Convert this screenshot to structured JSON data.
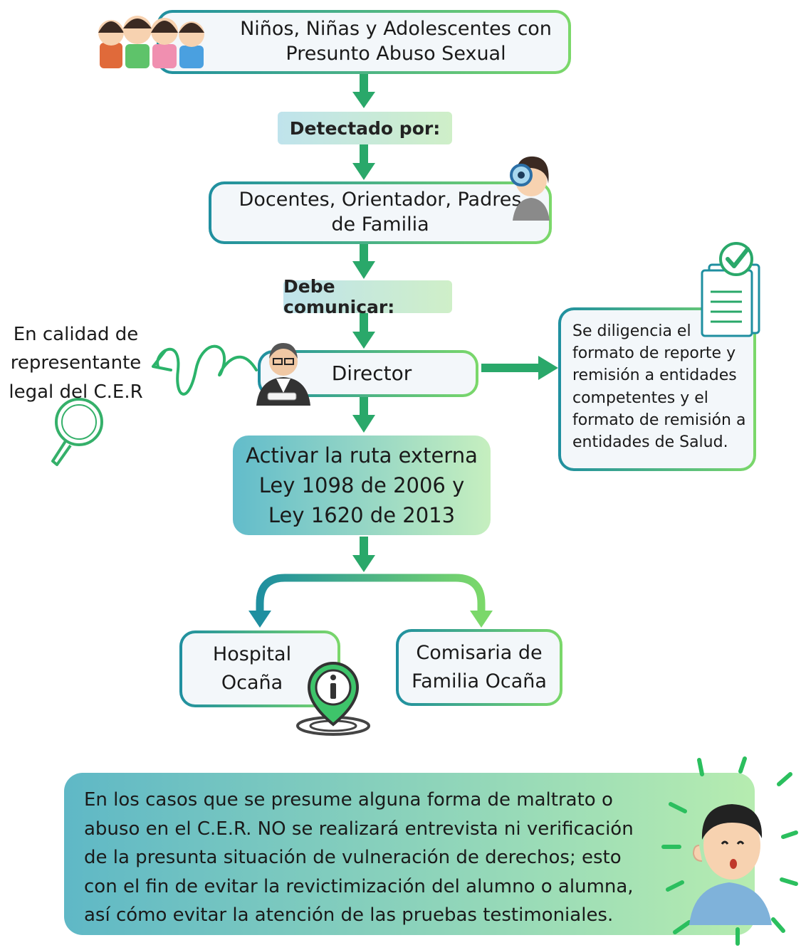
{
  "nodes": {
    "children": {
      "line1": "Niños, Niñas y Adolescentes con",
      "line2": "Presunto Abuso Sexual"
    },
    "detected_by": "Detectado por:",
    "detectors": {
      "line1": "Docentes, Orientador, Padres",
      "line2": "de Familia"
    },
    "must_communicate": "Debe comunicar:",
    "director": "Director",
    "legal_rep": {
      "line1": "En  calidad de",
      "line2": "representante",
      "line3": "legal del C.E.R"
    },
    "report_form": {
      "line1": "Se diligencia el",
      "line2": "formato de reporte y",
      "line3": "remisión a entidades",
      "line4": "competentes y el",
      "line5": "formato de remisión a",
      "line6": "entidades de Salud."
    },
    "route": {
      "line1": "Activar la ruta externa",
      "line2": "Ley 1098 de 2006 y",
      "line3": "Ley 1620 de 2013"
    },
    "hospital": {
      "line1": "Hospital",
      "line2": "Ocaña"
    },
    "comisaria": {
      "line1": "Comisaria de",
      "line2": "Familia Ocaña"
    }
  },
  "note": {
    "line1": "En los casos que se presume alguna forma de maltrato o",
    "line2": "abuso en el C.E.R. NO se realizará entrevista ni verificación",
    "line3": "de la presunta situación de vulneración de derechos; esto",
    "line4": "con el fin de evitar la revictimización del alumno o alumna,",
    "line5": "así cómo evitar la atención de las pruebas testimoniales."
  },
  "colors": {
    "arrow": "#2aa86a",
    "teal": "#1f8fa0",
    "green": "#7bd86a"
  }
}
